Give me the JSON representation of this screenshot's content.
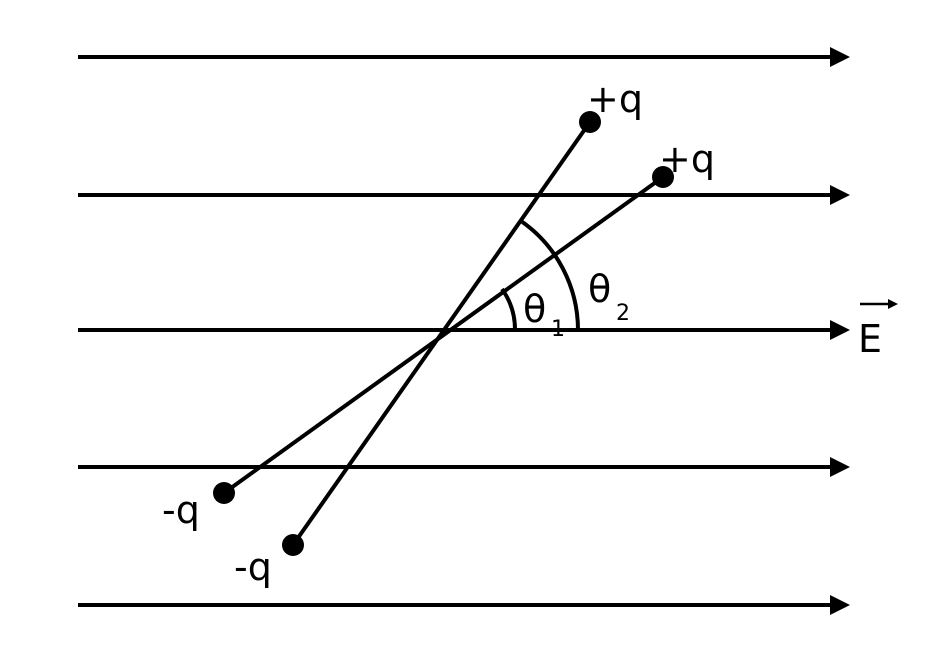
{
  "labels": {
    "charge_pos_1": "+q",
    "charge_pos_2": "+q",
    "charge_neg_1": "-q",
    "charge_neg_2": "-q",
    "theta_1": "θ",
    "theta_1_sub": "1",
    "theta_2": "θ",
    "theta_2_sub": "2",
    "field": "E"
  },
  "colors": {
    "stroke": "#000000",
    "background": "#ffffff"
  }
}
